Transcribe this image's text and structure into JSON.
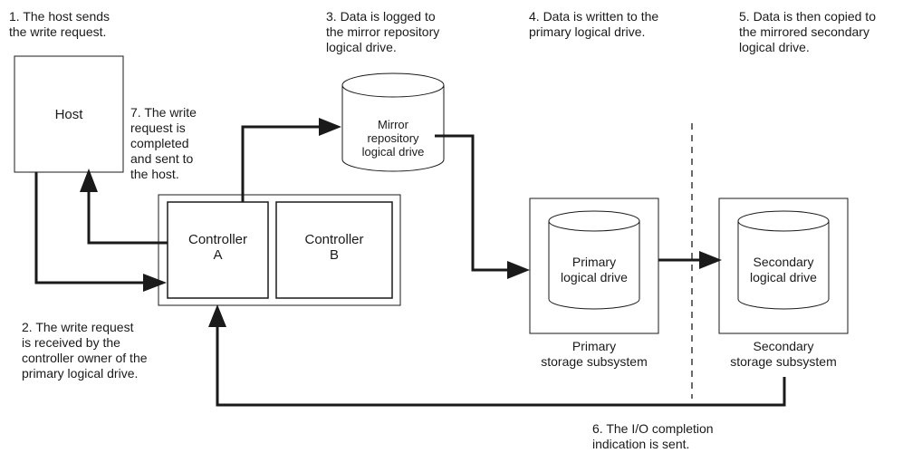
{
  "steps": {
    "step1": "1. The host sends\nthe write request.",
    "step2": "2. The write request\nis received by the\ncontroller owner of the\nprimary logical drive.",
    "step3": "3. Data is logged to\nthe mirror repository\nlogical drive.",
    "step4": "4. Data is written to the\nprimary logical drive.",
    "step5": "5. Data is then copied to\nthe mirrored secondary\nlogical drive.",
    "step6": "6. The I/O completion\nindication is sent.",
    "step7": "7. The write\nrequest is\ncompleted\nand sent to\nthe host."
  },
  "components": {
    "host": "Host",
    "controller_a": "Controller\nA",
    "controller_b": "Controller\nB",
    "mirror_repository": "Mirror\nrepository\nlogical drive",
    "primary_drive": "Primary\nlogical drive",
    "secondary_drive": "Secondary\nlogical drive",
    "primary_subsystem": "Primary\nstorage subsystem",
    "secondary_subsystem": "Secondary\nstorage subsystem"
  }
}
